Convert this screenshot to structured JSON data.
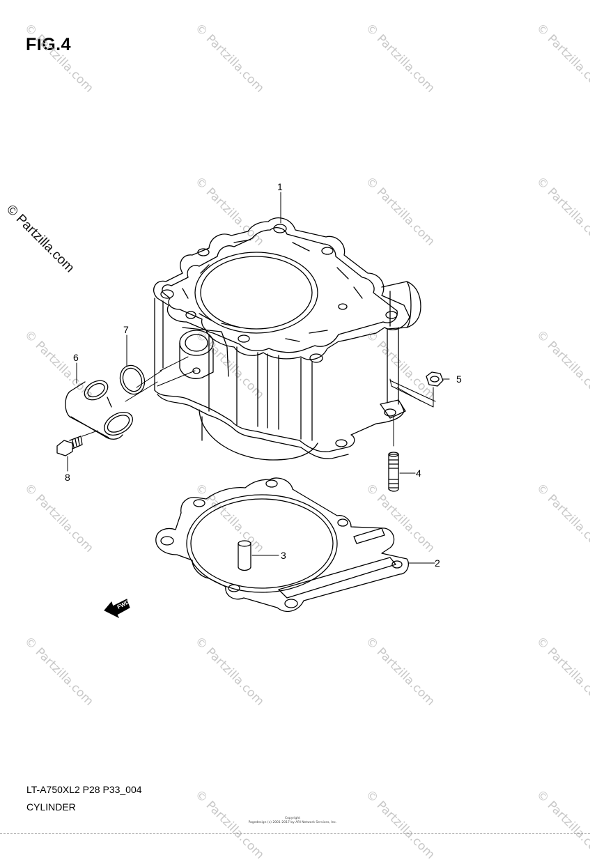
{
  "figure": {
    "title": "FIG.4"
  },
  "watermark": {
    "main": "© Partzilla.com",
    "repeat": "© Partzilla.com"
  },
  "callouts": [
    "1",
    "2",
    "3",
    "4",
    "5",
    "6",
    "7",
    "8"
  ],
  "fwd_label": "FWD",
  "footer": {
    "code": "LT-A750XL2 P28 P33_004",
    "name": "CYLINDER",
    "copyright_line1": "Copyright",
    "copyright_line2": "Pagedesign (c) 2001-2017 by ARI Network Services, Inc."
  },
  "colors": {
    "line": "#000000",
    "watermark": "#c8c8c8",
    "background": "#ffffff"
  }
}
